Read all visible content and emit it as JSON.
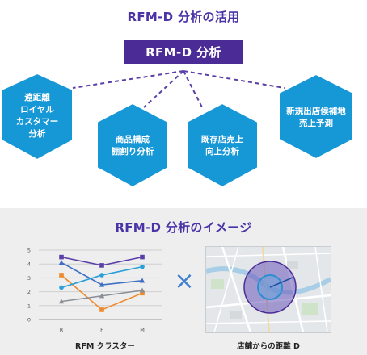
{
  "title_top": "RFM-D 分析の活用",
  "center_box": "RFM-D 分析",
  "hexagons": [
    {
      "label": "遠距離\nロイヤル\nカスタマー\n分析"
    },
    {
      "label": "商品構成\n棚割り分析"
    },
    {
      "label": "既存店売上\n向上分析"
    },
    {
      "label": "新規出店候補地\n売上予測"
    }
  ],
  "title_bottom": "RFM-D 分析のイメージ",
  "operator_symbol": "×",
  "chart_caption": "RFM クラスター",
  "map_caption": "店舗からの距離 D",
  "colors": {
    "title": "#4a33a7",
    "box": "#4b2b96",
    "hexagon": "#1697d6",
    "dashed_line": "#5a3fa6",
    "times": "#3f7fd0"
  },
  "chart_data": {
    "type": "line",
    "categories": [
      "R",
      "F",
      "M"
    ],
    "ylim": [
      0,
      5
    ],
    "y_ticks": [
      "0",
      "1",
      "2",
      "3",
      "4",
      "5"
    ],
    "grid": true,
    "series": [
      {
        "values": [
          4.5,
          3.9,
          4.5
        ],
        "color": "#5b3fa8",
        "marker": "square"
      },
      {
        "values": [
          4.1,
          2.5,
          2.8
        ],
        "color": "#3f6fc4",
        "marker": "triangle"
      },
      {
        "values": [
          3.2,
          0.7,
          1.9
        ],
        "color": "#ee8a2a",
        "marker": "square"
      },
      {
        "values": [
          2.3,
          3.2,
          3.8
        ],
        "color": "#2aa0d8",
        "marker": "circle"
      },
      {
        "values": [
          1.3,
          1.7,
          2.1
        ],
        "color": "#8a8f96",
        "marker": "triangle"
      }
    ]
  }
}
